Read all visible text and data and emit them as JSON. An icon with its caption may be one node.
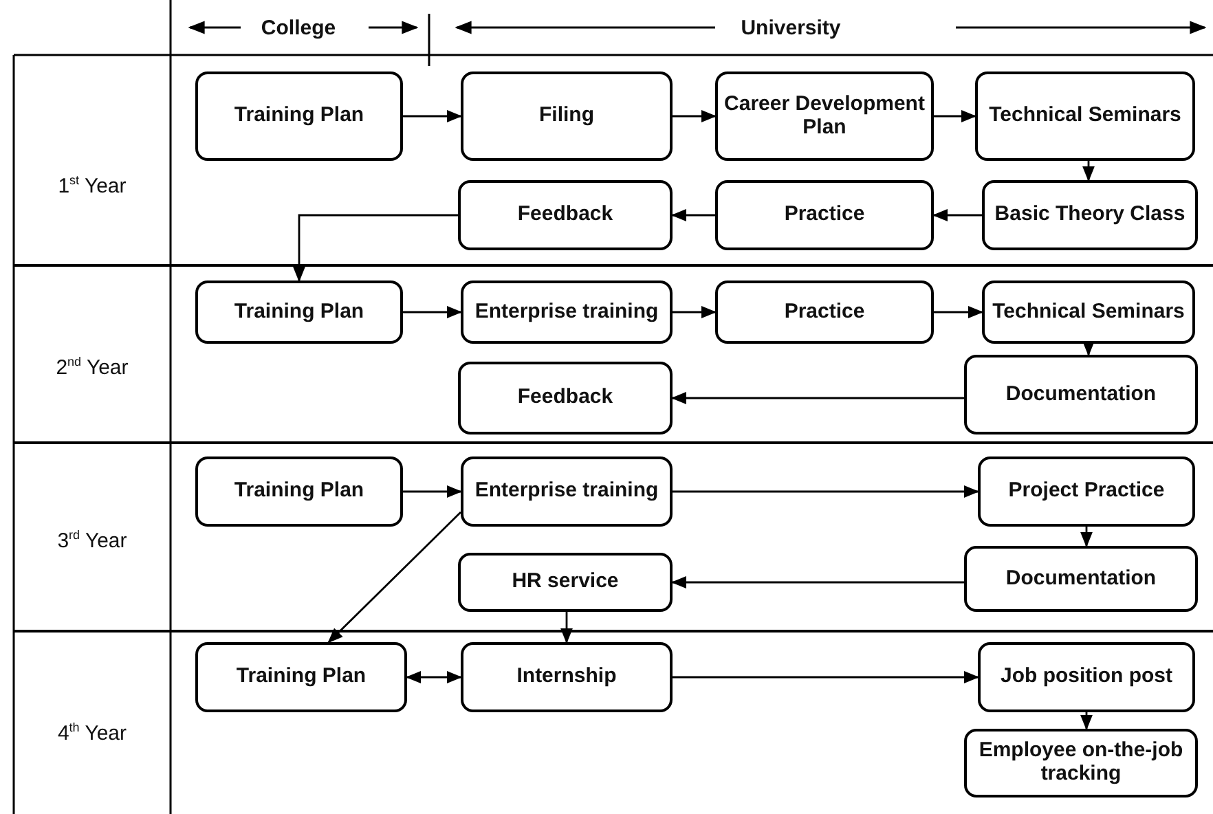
{
  "diagram": {
    "nodes": [
      {
        "text": [
          "Training Plan"
        ]
      },
      {
        "text": [
          "Filing"
        ]
      },
      {
        "text": [
          "Career Development Plan"
        ]
      },
      {
        "text": [
          "Technical Seminars"
        ]
      },
      {
        "text": [
          "Feedback"
        ]
      },
      {
        "text": [
          "Practice"
        ]
      },
      {
        "text": [
          "Basic Theory Class"
        ]
      },
      {
        "text": [
          "Training Plan"
        ]
      },
      {
        "text": [
          "Enterprise training"
        ]
      },
      {
        "text": [
          "Practice"
        ]
      },
      {
        "text": [
          "Technical Seminars"
        ]
      },
      {
        "text": [
          "Feedback"
        ]
      },
      {
        "text": [
          "Documentation"
        ]
      },
      {
        "text": [
          "Training Plan"
        ]
      },
      {
        "text": [
          "Enterprise training"
        ]
      },
      {
        "text": [
          "Project Practice"
        ]
      },
      {
        "text": [
          "HR service"
        ]
      },
      {
        "text": [
          "Documentation"
        ]
      },
      {
        "text": [
          "Training Plan"
        ]
      },
      {
        "text": [
          "Internship"
        ]
      },
      {
        "text": [
          "Job position post"
        ]
      },
      {
        "text": [
          "Employee on-the-job tracking"
        ]
      }
    ],
    "edges": [
      {
        "from": 0,
        "to": 1,
        "arrow": "to"
      },
      {
        "from": 1,
        "to": 2,
        "arrow": "to"
      },
      {
        "from": 2,
        "to": 3,
        "arrow": "to"
      },
      {
        "from": 3,
        "to": 6,
        "arrow": "to"
      },
      {
        "from": 6,
        "to": 5,
        "arrow": "to"
      },
      {
        "from": 5,
        "to": 4,
        "arrow": "to"
      },
      {
        "from": 4,
        "to": 7,
        "arrow": "to"
      },
      {
        "from": 7,
        "to": 8,
        "arrow": "to"
      },
      {
        "from": 8,
        "to": 9,
        "arrow": "to"
      },
      {
        "from": 9,
        "to": 10,
        "arrow": "to"
      },
      {
        "from": 10,
        "to": 12,
        "arrow": "to"
      },
      {
        "from": 12,
        "to": 11,
        "arrow": "to"
      },
      {
        "from": 13,
        "to": 14,
        "arrow": "to"
      },
      {
        "from": 14,
        "to": 15,
        "arrow": "to"
      },
      {
        "from": 15,
        "to": 17,
        "arrow": "to"
      },
      {
        "from": 17,
        "to": 16,
        "arrow": "to"
      },
      {
        "from": 14,
        "to": 18,
        "arrow": "to"
      },
      {
        "from": 16,
        "to": 19,
        "arrow": "to"
      },
      {
        "from": 18,
        "to": 19,
        "arrow": "both"
      },
      {
        "from": 19,
        "to": 20,
        "arrow": "to"
      },
      {
        "from": 20,
        "to": 21,
        "arrow": "to"
      }
    ],
    "labels": [
      "College",
      "University",
      "1$^{st}$ Year",
      "2$^{nd}$ Year",
      "3$^{rd}$ Year",
      "4$^{th}$ Year"
    ]
  }
}
